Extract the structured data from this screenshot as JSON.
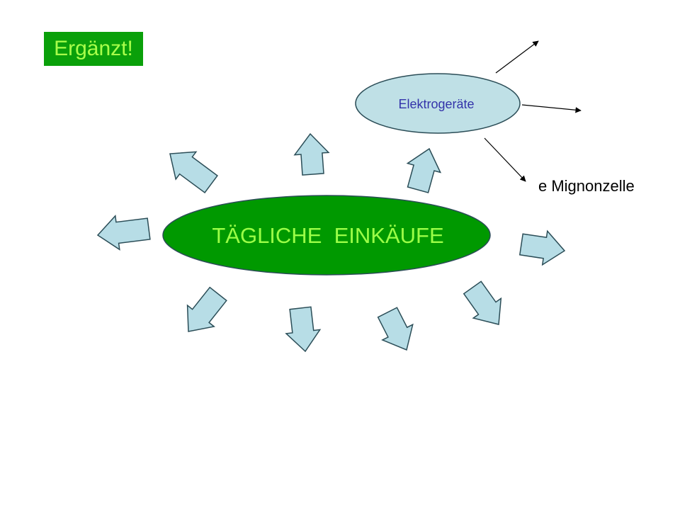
{
  "badge": {
    "label": "Ergänzt!"
  },
  "center": {
    "label": "TÄGLICHE  EINKÄUFE",
    "fill": "#009900",
    "text_color": "#9bff47"
  },
  "subtopic": {
    "label": "Elektrogeräte",
    "fill": "#bfe0e6",
    "text_color": "#3333aa"
  },
  "leaf": {
    "label": "e Mignonzelle"
  },
  "colors": {
    "arrow_fill": "#b7dde6",
    "arrow_stroke": "#2b4d57",
    "badge_fill": "#0aa00a",
    "badge_text": "#a8ff4a"
  }
}
